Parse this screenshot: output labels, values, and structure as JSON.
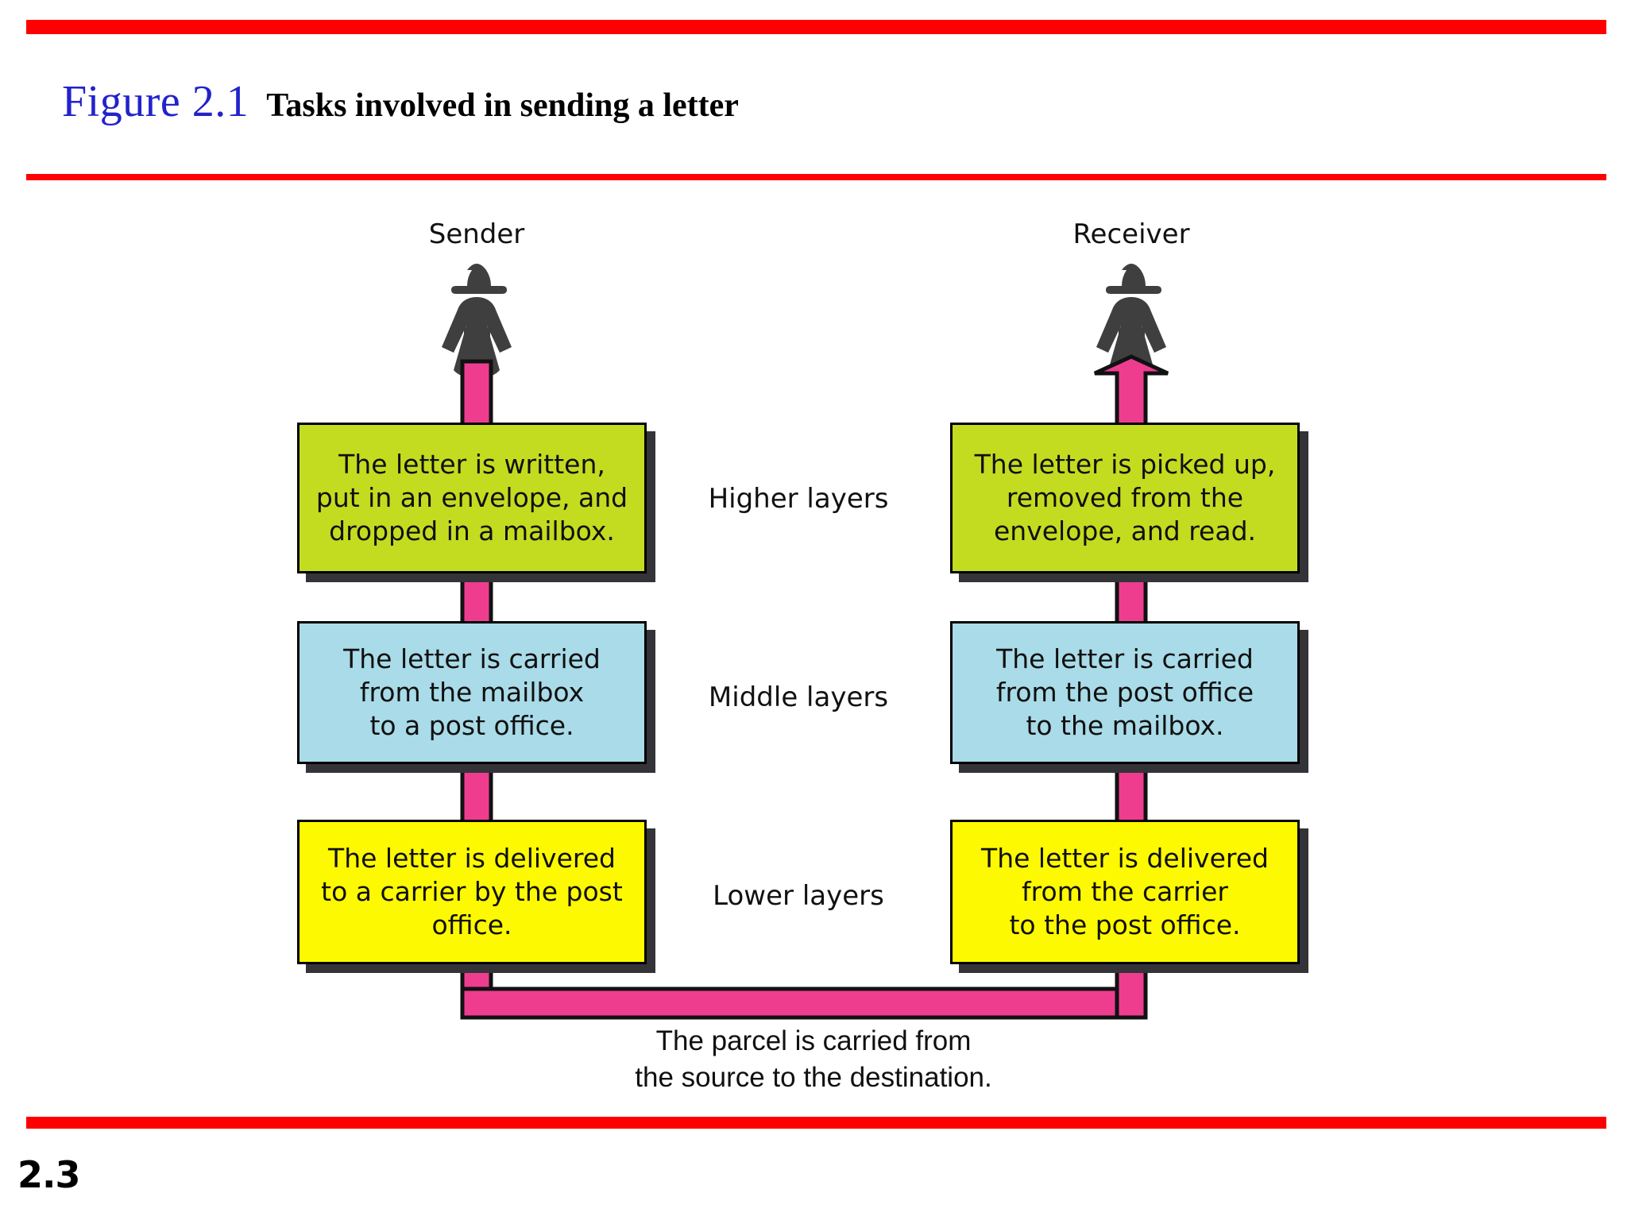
{
  "header": {
    "figure_number": "Figure 2.1",
    "figure_title": "Tasks involved in sending a letter"
  },
  "page_number": "2.3",
  "colors": {
    "rule_red": "#fe0000",
    "figure_number_blue": "#2222cc",
    "higher_layer_green": "#c3dc20",
    "middle_layer_blue": "#a9dbe8",
    "lower_layer_yellow": "#fdf900",
    "path_pink": "#ee3d8f",
    "person_gray": "#3f3f40",
    "shadow": "#333338"
  },
  "diagram": {
    "endpoints": [
      {
        "id": "sender",
        "label": "Sender",
        "icon": "person-woman-icon"
      },
      {
        "id": "receiver",
        "label": "Receiver",
        "icon": "person-woman-icon"
      }
    ],
    "layer_captions": [
      {
        "id": "higher",
        "label": "Higher layers"
      },
      {
        "id": "middle",
        "label": "Middle layers"
      },
      {
        "id": "lower",
        "label": "Lower layers"
      }
    ],
    "sender_boxes": [
      {
        "layer": "higher",
        "text": "The letter is written,\nput in an envelope, and\ndropped in a mailbox."
      },
      {
        "layer": "middle",
        "text": "The letter is carried\nfrom the mailbox\nto a post office."
      },
      {
        "layer": "lower",
        "text": "The letter is delivered\nto a carrier by the post\noffice."
      }
    ],
    "receiver_boxes": [
      {
        "layer": "higher",
        "text": "The letter is picked up,\nremoved from the\nenvelope, and read."
      },
      {
        "layer": "middle",
        "text": "The letter is carried\nfrom the post office\nto the mailbox."
      },
      {
        "layer": "lower",
        "text": "The letter is delivered\nfrom the carrier\nto the post office."
      }
    ],
    "bottom_caption": "The parcel is carried from\nthe source to the destination.",
    "flow_direction": "sender-down-across-and-up-to-receiver",
    "arrowhead_at": "receiver"
  }
}
